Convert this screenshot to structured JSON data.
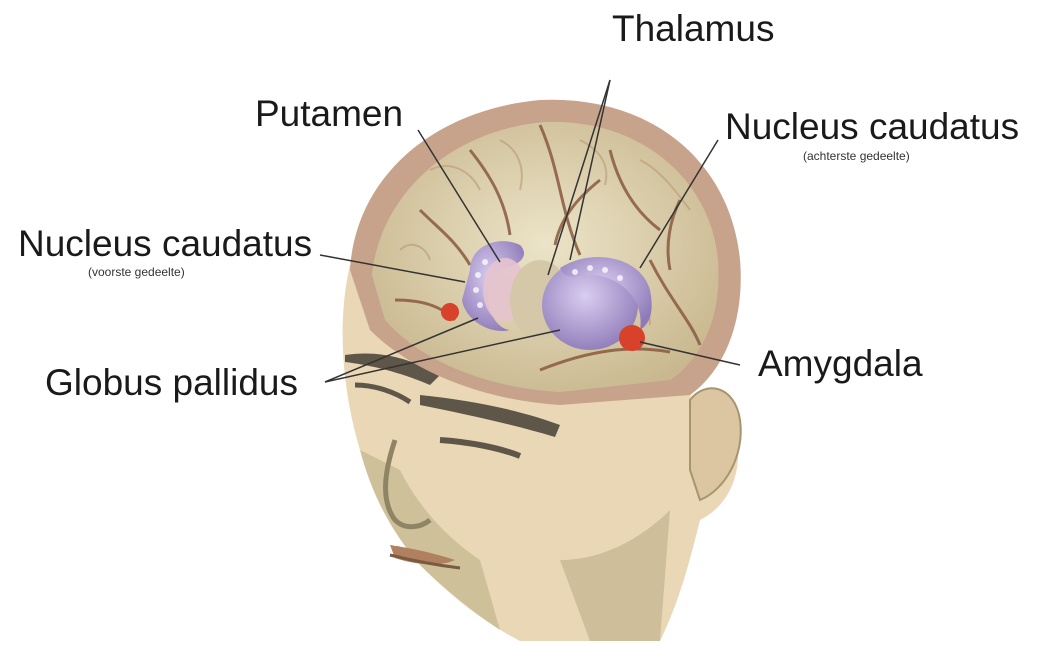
{
  "labels": {
    "thalamus": "Thalamus",
    "putamen": "Putamen",
    "caudate_posterior": "Nucleus caudatus",
    "caudate_posterior_sub": "(achterste gedeelte)",
    "caudate_anterior": "Nucleus caudatus",
    "caudate_anterior_sub": "(voorste gedeelte)",
    "globus_pallidus": "Globus pallidus",
    "amygdala": "Amygdala"
  },
  "colors": {
    "skin": "#ead7b6",
    "skin_shadow": "#b6ab86",
    "skull": "#c8a38c",
    "brain": "#ddd2b2",
    "sulcus": "#8a5a40",
    "basal_ganglia": "#a996cf",
    "amygdala": "#d8412a",
    "leader_line": "#333333"
  }
}
